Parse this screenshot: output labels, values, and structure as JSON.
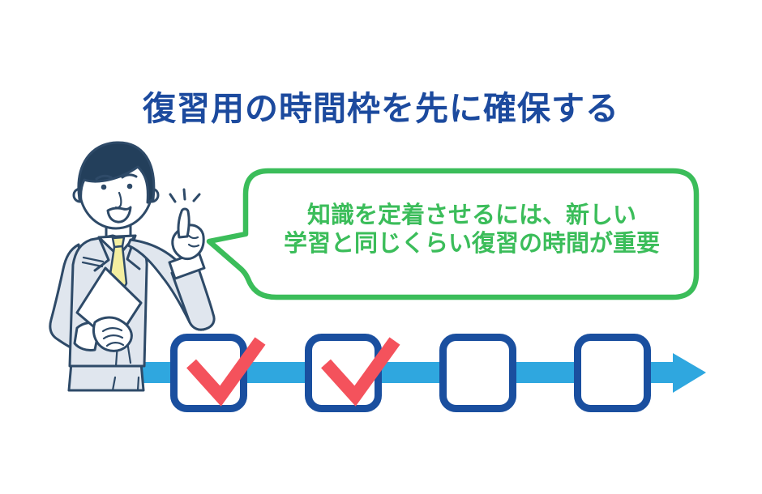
{
  "title": {
    "text": "復習用の時間枠を先に確保する",
    "color": "#1c4a9e"
  },
  "speech_bubble": {
    "lines": [
      "知識を定着させるには、新しい",
      "学習と同じくらい復習の時間が重要"
    ],
    "border_color": "#3bbd5a",
    "text_color": "#3bbd5a"
  },
  "character": {
    "icon": "businessman-pointing-up-icon",
    "colors": {
      "outline": "#2e4a68",
      "hair": "#233f5b",
      "suit": "#e0e6ee",
      "tie": "#f4efa0",
      "skin": "#ffffff"
    }
  },
  "timeline": {
    "arrow_color": "#2fa7df",
    "box_border_color": "#1a4f9f",
    "check_color": "#f4525c",
    "boxes": [
      {
        "checked": true
      },
      {
        "checked": true
      },
      {
        "checked": false
      },
      {
        "checked": false
      }
    ]
  }
}
